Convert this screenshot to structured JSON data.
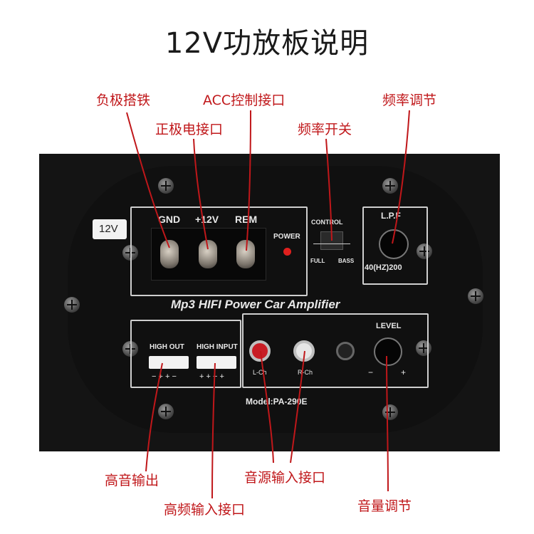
{
  "title": "12V功放板说明",
  "callouts": {
    "neg_ground": "负极搭铁",
    "acc": "ACC控制接口",
    "positive": "正极电接口",
    "freq_switch": "频率开关",
    "freq_adjust": "频率调节",
    "high_out": "高音输出",
    "audio_input": "音源输入接口",
    "high_input": "高频输入接口",
    "volume": "音量调节"
  },
  "panel": {
    "voltage_tag": "12V",
    "terminal_labels": [
      "GND",
      "+12V",
      "REM"
    ],
    "power_label": "POWER",
    "control_label": "CONTROL",
    "full_label": "FULL",
    "bass_label": "BASS",
    "lpf_label": "L.P.F",
    "lpf_range": "40(HZ)200",
    "product_name": "Mp3 HIFI Power Car Amplifier",
    "high_out_label": "HIGH OUT",
    "high_input_label": "HIGH INPUT",
    "high_out_pins": "− + + −",
    "high_input_pins": "+ + − +",
    "lch_label": "L-Ch",
    "rch_label": "R-Ch",
    "level_label": "LEVEL",
    "level_minus": "−",
    "level_plus": "+",
    "model": "Model:PA-290E"
  },
  "colors": {
    "callout": "#c0171a",
    "panel": "#101010",
    "power_led": "#e0201e",
    "rca_left": "#c81d25",
    "rca_right": "#e6e6e6"
  }
}
